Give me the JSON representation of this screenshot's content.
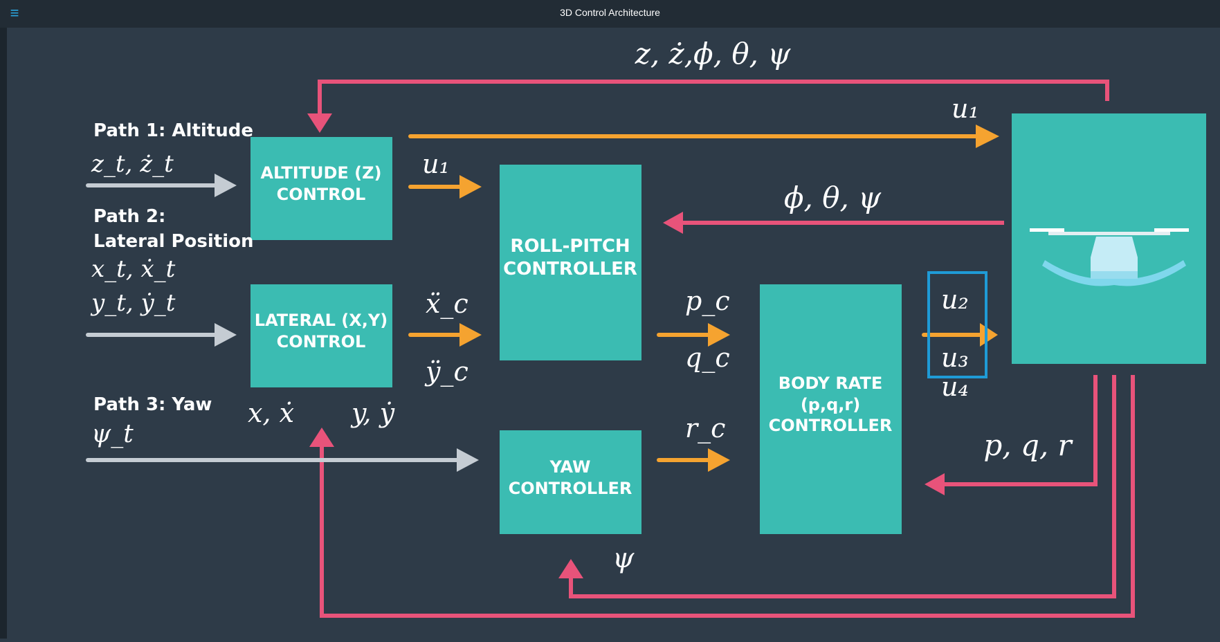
{
  "window": {
    "title": "3D Control Architecture",
    "menu_icon": "hamburger-menu-icon",
    "menu_glyph": "≡"
  },
  "colors": {
    "background": "#2e3b48",
    "titlebar": "#222c35",
    "block": "#3bbcb2",
    "feedback": "#e8537a",
    "command": "#f5a330",
    "input": "#c5ccd3",
    "highlight": "#1f9bd7"
  },
  "paths": {
    "path1": {
      "label": "Path 1: Altitude",
      "input": "z_t, ż_t"
    },
    "path2": {
      "label_line1": "Path 2:",
      "label_line2": "Lateral Position",
      "input_line1": "x_t, ẋ_t",
      "input_line2": "y_t, ẏ_t"
    },
    "path3": {
      "label": "Path 3: Yaw",
      "input": "ψ_t"
    }
  },
  "blocks": {
    "altitude": {
      "line1": "ALTITUDE (Z)",
      "line2": "CONTROL"
    },
    "lateral": {
      "line1": "LATERAL (X,Y)",
      "line2": "CONTROL"
    },
    "roll_pitch": {
      "line1": "ROLL-PITCH",
      "line2": "CONTROLLER"
    },
    "yaw": {
      "line1": "YAW",
      "line2": "CONTROLLER"
    },
    "body_rate": {
      "line1": "BODY RATE",
      "line2": "(p,q,r)",
      "line3": "CONTROLLER"
    }
  },
  "signals": {
    "top_feedback": "z, ż,ϕ, θ, ψ",
    "u1_top": "u₁",
    "u1_alt": "u₁",
    "attitude_feedback": "ϕ, θ, ψ",
    "xc_ddot": "ẍ_c",
    "yc_ddot": "ÿ_c",
    "xy_feedback_x": "x, ẋ",
    "xy_feedback_y": "y, ẏ",
    "pc": "p_c",
    "qc": "q_c",
    "rc": "r_c",
    "u2": "u₂",
    "u3": "u₃",
    "u4": "u₄",
    "pqr_feedback": "p, q, r",
    "psi_feedback": "ψ"
  }
}
